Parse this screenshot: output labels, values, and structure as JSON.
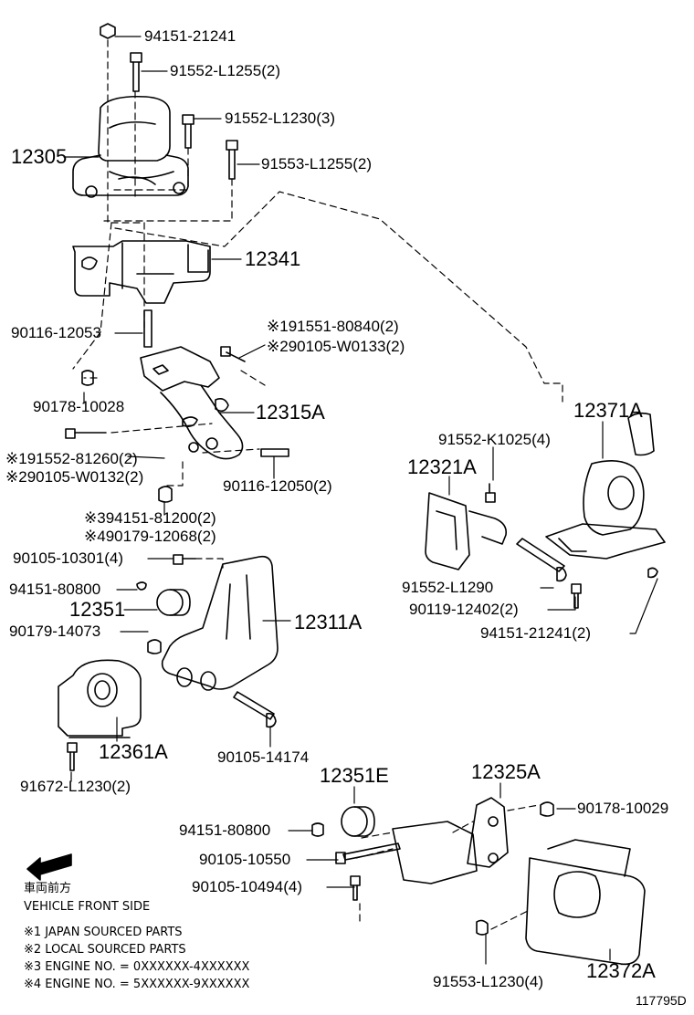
{
  "parts": {
    "p_94151_21241": "94151-21241",
    "p_91552_L1255": "91552-L1255(2)",
    "p_91552_L1230": "91552-L1230(3)",
    "p_12305": "12305",
    "p_91553_L1255": "91553-L1255(2)",
    "p_12341": "12341",
    "p_91551_80840": "※191551-80840(2)",
    "p_90105_W0133": "※290105-W0133(2)",
    "p_90116_12053": "90116-12053",
    "p_90178_10028": "90178-10028",
    "p_12315A": "12315A",
    "p_12371A": "12371A",
    "p_91552_K1025": "91552-K1025(4)",
    "p_91552_81260": "※191552-81260(2)",
    "p_90105_W0132": "※290105-W0132(2)",
    "p_12321A": "12321A",
    "p_90116_12050": "90116-12050(2)",
    "p_94151_81200": "※394151-81200(2)",
    "p_90179_12068": "※490179-12068(2)",
    "p_90105_10301": "90105-10301(4)",
    "p_91552_L1290": "91552-L1290",
    "p_94151_80800_a": "94151-80800",
    "p_90119_12402": "90119-12402(2)",
    "p_12351": "12351",
    "p_12311A": "12311A",
    "p_94151_21241_2": "94151-21241(2)",
    "p_90179_14073": "90179-14073",
    "p_12361A": "12361A",
    "p_90105_14174": "90105-14174",
    "p_91672_L1230": "91672-L1230(2)",
    "p_12351E": "12351E",
    "p_12325A": "12325A",
    "p_90178_10029": "90178-10029",
    "p_94151_80800_b": "94151-80800",
    "p_90105_10550": "90105-10550",
    "p_90105_10494": "90105-10494(4)",
    "p_91553_L1230": "91553-L1230(4)",
    "p_12372A": "12372A"
  },
  "legend": {
    "front_jp": "車両前方",
    "front_en": "VEHICLE FRONT SIDE",
    "note1": "※1 JAPAN SOURCED PARTS",
    "note2": "※2 LOCAL SOURCED PARTS",
    "note3": "※3 ENGINE NO. = 0XXXXXX-4XXXXXX",
    "note4": "※4 ENGINE NO. = 5XXXXXX-9XXXXXX"
  },
  "diagram_id": "117795D"
}
